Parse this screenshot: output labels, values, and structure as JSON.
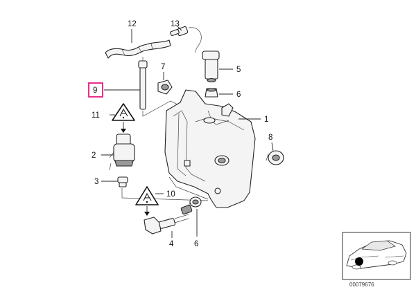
{
  "callouts": {
    "c12": "12",
    "c13": "13",
    "c7": "7",
    "c5": "5",
    "c9": "9",
    "c6a": "6",
    "c1": "1",
    "c11": "11",
    "c8": "8",
    "c2": "2",
    "c3": "3",
    "c10": "10",
    "c4": "4",
    "c6b": "6"
  },
  "highlight_color": "#e8157f",
  "reference_number": "00079676"
}
